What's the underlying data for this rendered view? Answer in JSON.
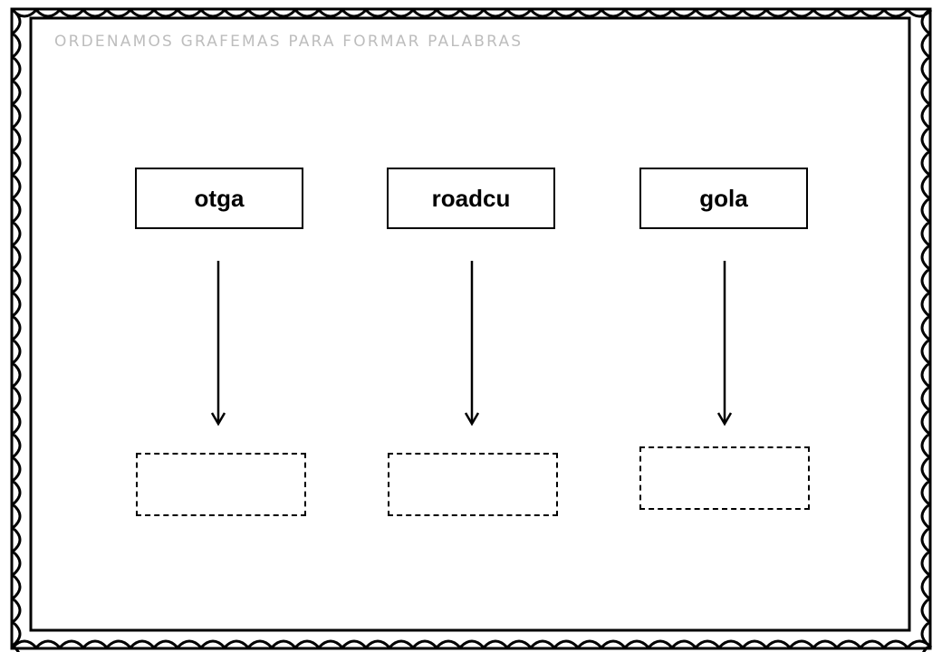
{
  "title": "ORDENAMOS GRAFEMAS PARA FORMAR PALABRAS",
  "words": [
    "otga",
    "roadcu",
    "gola"
  ],
  "border_color": "#000000",
  "title_color": "#bdbdbd",
  "icons": [
    "decorative-loop-border",
    "down-arrow-icon"
  ]
}
